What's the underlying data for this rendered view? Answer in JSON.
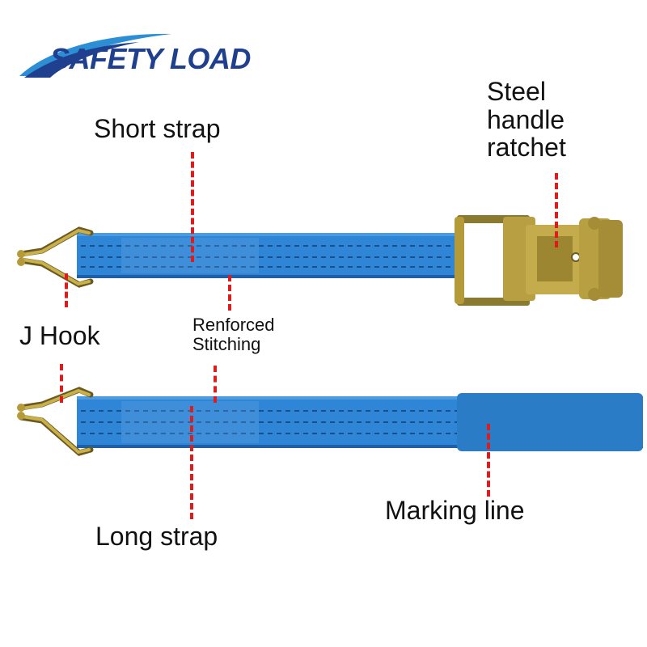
{
  "brand": {
    "name": "SAFETY LOAD",
    "color": "#1f3f8f",
    "swoosh_color": "#2c8fd6"
  },
  "labels": {
    "short_strap": "Short strap",
    "steel_handle_line1": "Steel",
    "steel_handle_line2": "handle",
    "steel_handle_line3": "ratchet",
    "j_hook": "J Hook",
    "reinforced_line1": "Renforced",
    "reinforced_line2": "Stitching",
    "long_strap": "Long strap",
    "marking_line": "Marking line"
  },
  "colors": {
    "strap": "#2f86d6",
    "strap_dark": "#1f5fa8",
    "pointer_line": "#e01b1b",
    "metal": "#b59a3a",
    "metal_dark": "#6b5a20"
  }
}
